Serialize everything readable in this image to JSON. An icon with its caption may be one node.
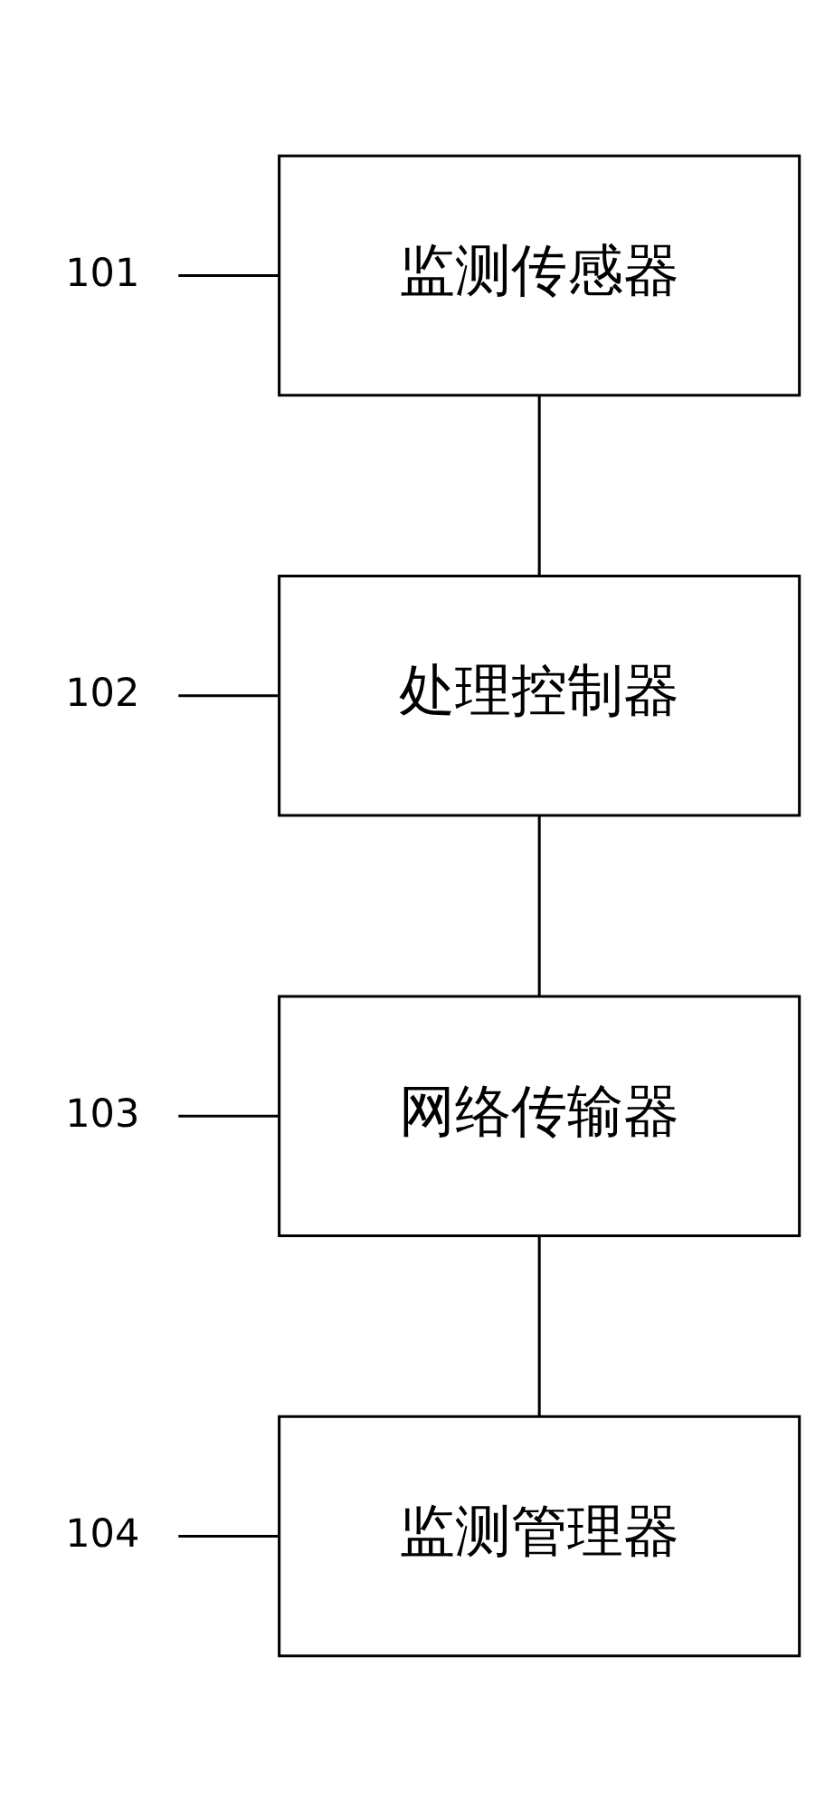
{
  "diagram": {
    "nodes": [
      {
        "text": [
          "监测传感器"
        ]
      },
      {
        "text": [
          "处理控制器"
        ]
      },
      {
        "text": [
          "网络传输器"
        ]
      },
      {
        "text": [
          "监测管理器"
        ]
      },
      {
        "text": [
          "101"
        ]
      },
      {
        "text": [
          "102"
        ]
      },
      {
        "text": [
          "103"
        ]
      },
      {
        "text": [
          "104"
        ]
      }
    ],
    "edges": [
      {
        "from": 0,
        "to": 1,
        "arrow": "none"
      },
      {
        "from": 1,
        "to": 2,
        "arrow": "none"
      },
      {
        "from": 2,
        "to": 3,
        "arrow": "none"
      },
      {
        "from": 4,
        "to": 0,
        "arrow": "none"
      },
      {
        "from": 5,
        "to": 1,
        "arrow": "none"
      },
      {
        "from": 6,
        "to": 2,
        "arrow": "none"
      },
      {
        "from": 7,
        "to": 3,
        "arrow": "none"
      }
    ]
  }
}
